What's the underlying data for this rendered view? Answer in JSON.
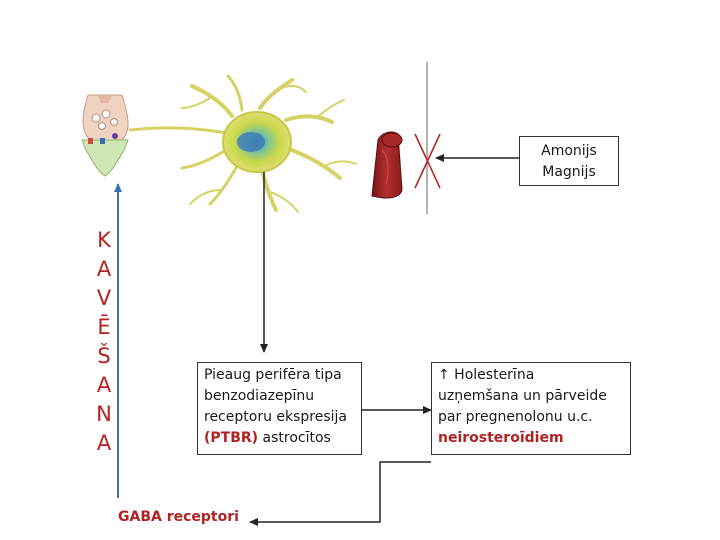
{
  "factors_box": {
    "line1": "Amonijs",
    "line2": "Magnijs"
  },
  "vertical_label": [
    "K",
    "A",
    "V",
    "Ē",
    "Š",
    "A",
    "N",
    "A"
  ],
  "ptbr_box": {
    "line1": "Pieaug perifēra tipa",
    "line2": "benzodiazepīnu",
    "line3": "receptoru ekspresija",
    "line4_highlight": "(PTBR)",
    "line4_rest": " astrocītos"
  },
  "cholesterol_box": {
    "arrow_symbol": "↑",
    "line1": " Holesterīna",
    "line2": "uzņemšana un pārveide",
    "line3": "par  pregnenolonu u.c.",
    "line4_highlight": "neirosteroīdiem"
  },
  "gaba_label": "GABA receptori",
  "colors": {
    "accent_red": "#b22222",
    "arrow_blue": "#3a6fb0",
    "line": "#222222"
  }
}
